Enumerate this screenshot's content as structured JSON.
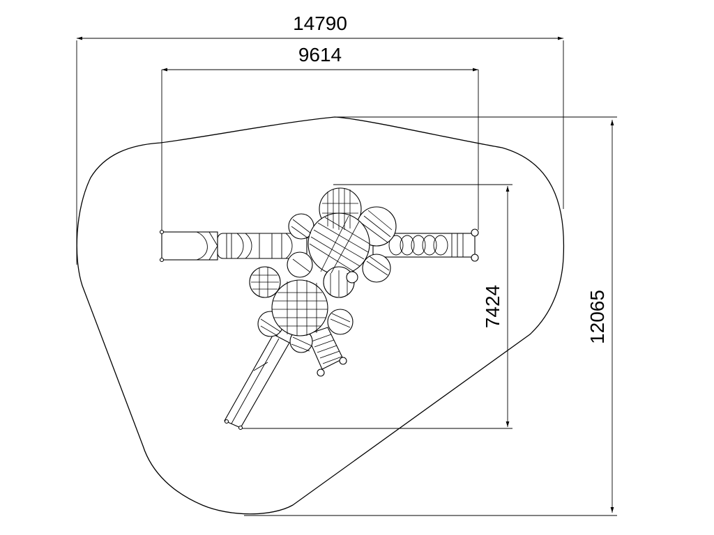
{
  "drawing": {
    "dimensions": {
      "overall_width": "14790",
      "equipment_width": "9614",
      "equipment_depth": "7424",
      "overall_depth": "12065"
    }
  }
}
